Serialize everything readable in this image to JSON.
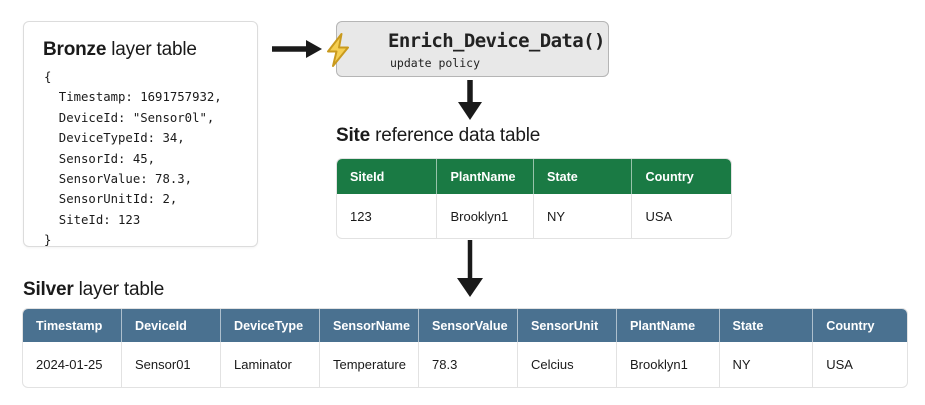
{
  "bronze": {
    "title_bold": "Bronze",
    "title_rest": " layer table",
    "json_text": "{\n  Timestamp: 1691757932,\n  DeviceId: \"Sensor0l\",\n  DeviceTypeId: 34,\n  SensorId: 45,\n  SensorValue: 78.3,\n  SensorUnitId: 2,\n  SiteId: 123\n}"
  },
  "function_box": {
    "name": "Enrich_Device_Data()",
    "subtitle": "update policy",
    "icon": "lightning-bolt-icon",
    "fill_color": "#e8e8e8",
    "border_color": "#b5b5b5"
  },
  "site_table": {
    "title_bold": "Site",
    "title_rest": " reference data table",
    "header_color": "#1a7a44",
    "columns": [
      "SiteId",
      "PlantName",
      "State",
      "Country"
    ],
    "rows": [
      [
        "123",
        "Brooklyn1",
        "NY",
        "USA"
      ]
    ]
  },
  "silver_table": {
    "title_bold": "Silver",
    "title_rest": " layer table",
    "header_color": "#4a7190",
    "columns": [
      "Timestamp",
      "DeviceId",
      "DeviceType",
      "SensorName",
      "SensorValue",
      "SensorUnit",
      "PlantName",
      "State",
      "Country"
    ],
    "rows": [
      [
        "2024-01-25",
        "Sensor01",
        "Laminator",
        "Temperature",
        "78.3",
        "Celcius",
        "Brooklyn1",
        "NY",
        "USA"
      ]
    ]
  },
  "arrows": {
    "right_arrow": "arrow-right-icon",
    "down_arrow_1": "arrow-down-icon",
    "down_arrow_2": "arrow-down-icon",
    "color": "#1a1a1a"
  }
}
